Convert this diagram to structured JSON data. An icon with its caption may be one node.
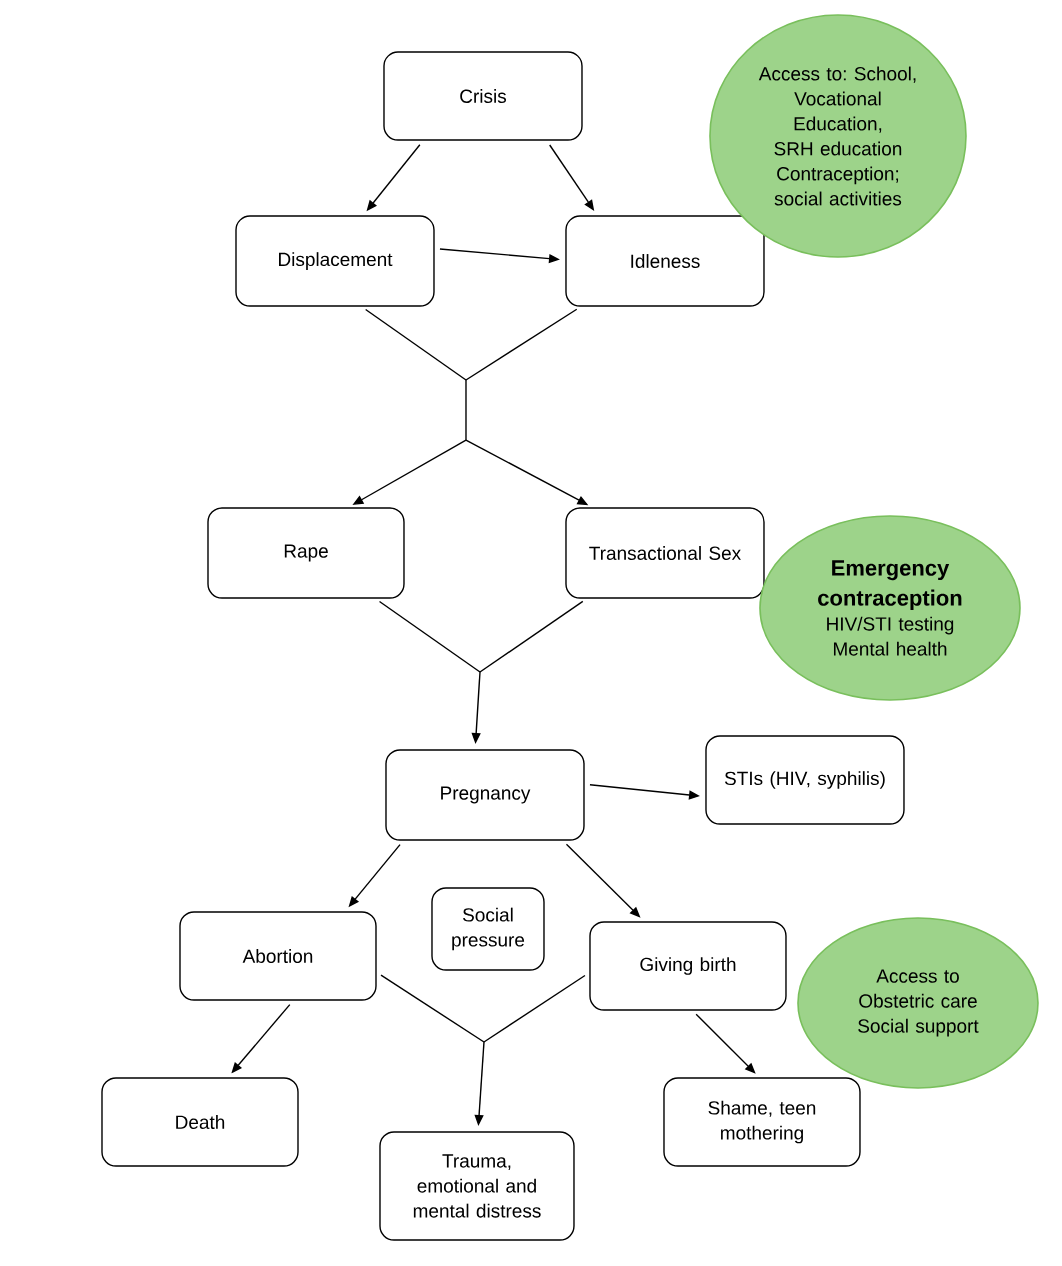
{
  "diagram": {
    "nodes": [
      {
        "text": [
          "Crisis"
        ]
      },
      {
        "text": [
          "Displacement"
        ]
      },
      {
        "text": [
          "Idleness"
        ]
      },
      {
        "text": [
          "Access to: School, Vocational Education, SRH education Contraception; social activities"
        ]
      },
      {
        "text": [
          "Rape"
        ]
      },
      {
        "text": [
          "Transactional Sex"
        ]
      },
      {
        "text": [
          "Emergency contraception",
          "HIV/STI testing Mental health"
        ]
      },
      {
        "text": [
          "Pregnancy"
        ]
      },
      {
        "text": [
          "STIs (HIV, syphilis)"
        ]
      },
      {
        "text": [
          "Abortion"
        ]
      },
      {
        "text": [
          "Social pressure"
        ]
      },
      {
        "text": [
          "Giving birth"
        ]
      },
      {
        "text": [
          "Access to Obstetric care Social support"
        ]
      },
      {
        "text": [
          "Death"
        ]
      },
      {
        "text": [
          "Trauma, emotional and mental distress"
        ]
      },
      {
        "text": [
          "Shame, teen mothering"
        ]
      }
    ],
    "edges": [
      {
        "from": 0,
        "to": 1,
        "arrow": "to"
      },
      {
        "from": 0,
        "to": 2,
        "arrow": "to"
      },
      {
        "from": 1,
        "to": 2,
        "arrow": "to"
      },
      {
        "from": 1,
        "to": 4,
        "arrow": "to"
      },
      {
        "from": 1,
        "to": 5,
        "arrow": "to"
      },
      {
        "from": 2,
        "to": 4,
        "arrow": "to"
      },
      {
        "from": 2,
        "to": 5,
        "arrow": "to"
      },
      {
        "from": 4,
        "to": 7,
        "arrow": "to"
      },
      {
        "from": 5,
        "to": 7,
        "arrow": "to"
      },
      {
        "from": 7,
        "to": 8,
        "arrow": "to"
      },
      {
        "from": 7,
        "to": 9,
        "arrow": "to"
      },
      {
        "from": 7,
        "to": 11,
        "arrow": "to"
      },
      {
        "from": 9,
        "to": 13,
        "arrow": "to"
      },
      {
        "from": 11,
        "to": 15,
        "arrow": "to"
      },
      {
        "from": 9,
        "to": 14,
        "arrow": "to"
      },
      {
        "from": 11,
        "to": 14,
        "arrow": "to"
      }
    ]
  }
}
